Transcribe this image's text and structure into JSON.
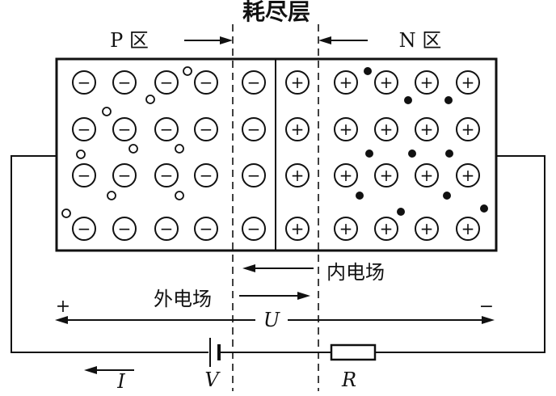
{
  "labels": {
    "depletion_layer": "耗尽层",
    "p_region": "P 区",
    "n_region": "N 区",
    "internal_field": "内电场",
    "external_field": "外电场",
    "plus_sign": "+",
    "minus_sign": "−",
    "voltage_u": "U",
    "current_i": "I",
    "source_v": "V",
    "resistor_r": "R"
  },
  "symbols": {
    "negative_ion": "−",
    "positive_ion": "+"
  },
  "colors": {
    "ink": "#111111",
    "background": "#ffffff"
  }
}
